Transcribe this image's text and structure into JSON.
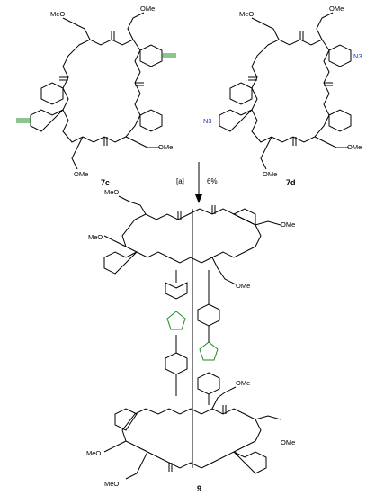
{
  "compounds": {
    "left": "7c",
    "right": "7d",
    "product": "9"
  },
  "reaction": {
    "condition": "[a]",
    "yield": "6%"
  },
  "atoms": {
    "n": "N",
    "o": "O",
    "ome": "OMe",
    "meo": "MeO",
    "n3": "N3"
  },
  "colors": {
    "bond": "#000000",
    "alkyne": "#1f8a1f",
    "azide": "#1f3fbf"
  }
}
